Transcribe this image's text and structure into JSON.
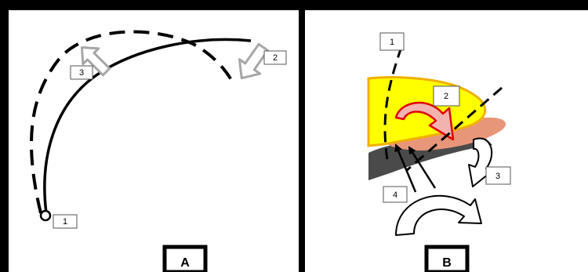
{
  "panels": [
    {
      "label": "A",
      "callouts": [
        {
          "id": "1",
          "text": "1"
        },
        {
          "id": "2",
          "text": "2"
        },
        {
          "id": "3",
          "text": "3"
        }
      ]
    },
    {
      "label": "B",
      "callouts": [
        {
          "id": "1",
          "text": "1"
        },
        {
          "id": "2",
          "text": "2"
        },
        {
          "id": "3",
          "text": "3"
        },
        {
          "id": "4",
          "text": "4"
        }
      ]
    }
  ],
  "colors": {
    "frame": "#000000",
    "gray_arrow": "#a6a6a6",
    "yellow_region": "#ffff00",
    "yellow_outline": "#f0b000",
    "pink_region": "#e8967a",
    "red_arrow_outline": "#e00000",
    "red_arrow_fill": "#f2b3b0",
    "dark_region": "#4a4a4a"
  }
}
